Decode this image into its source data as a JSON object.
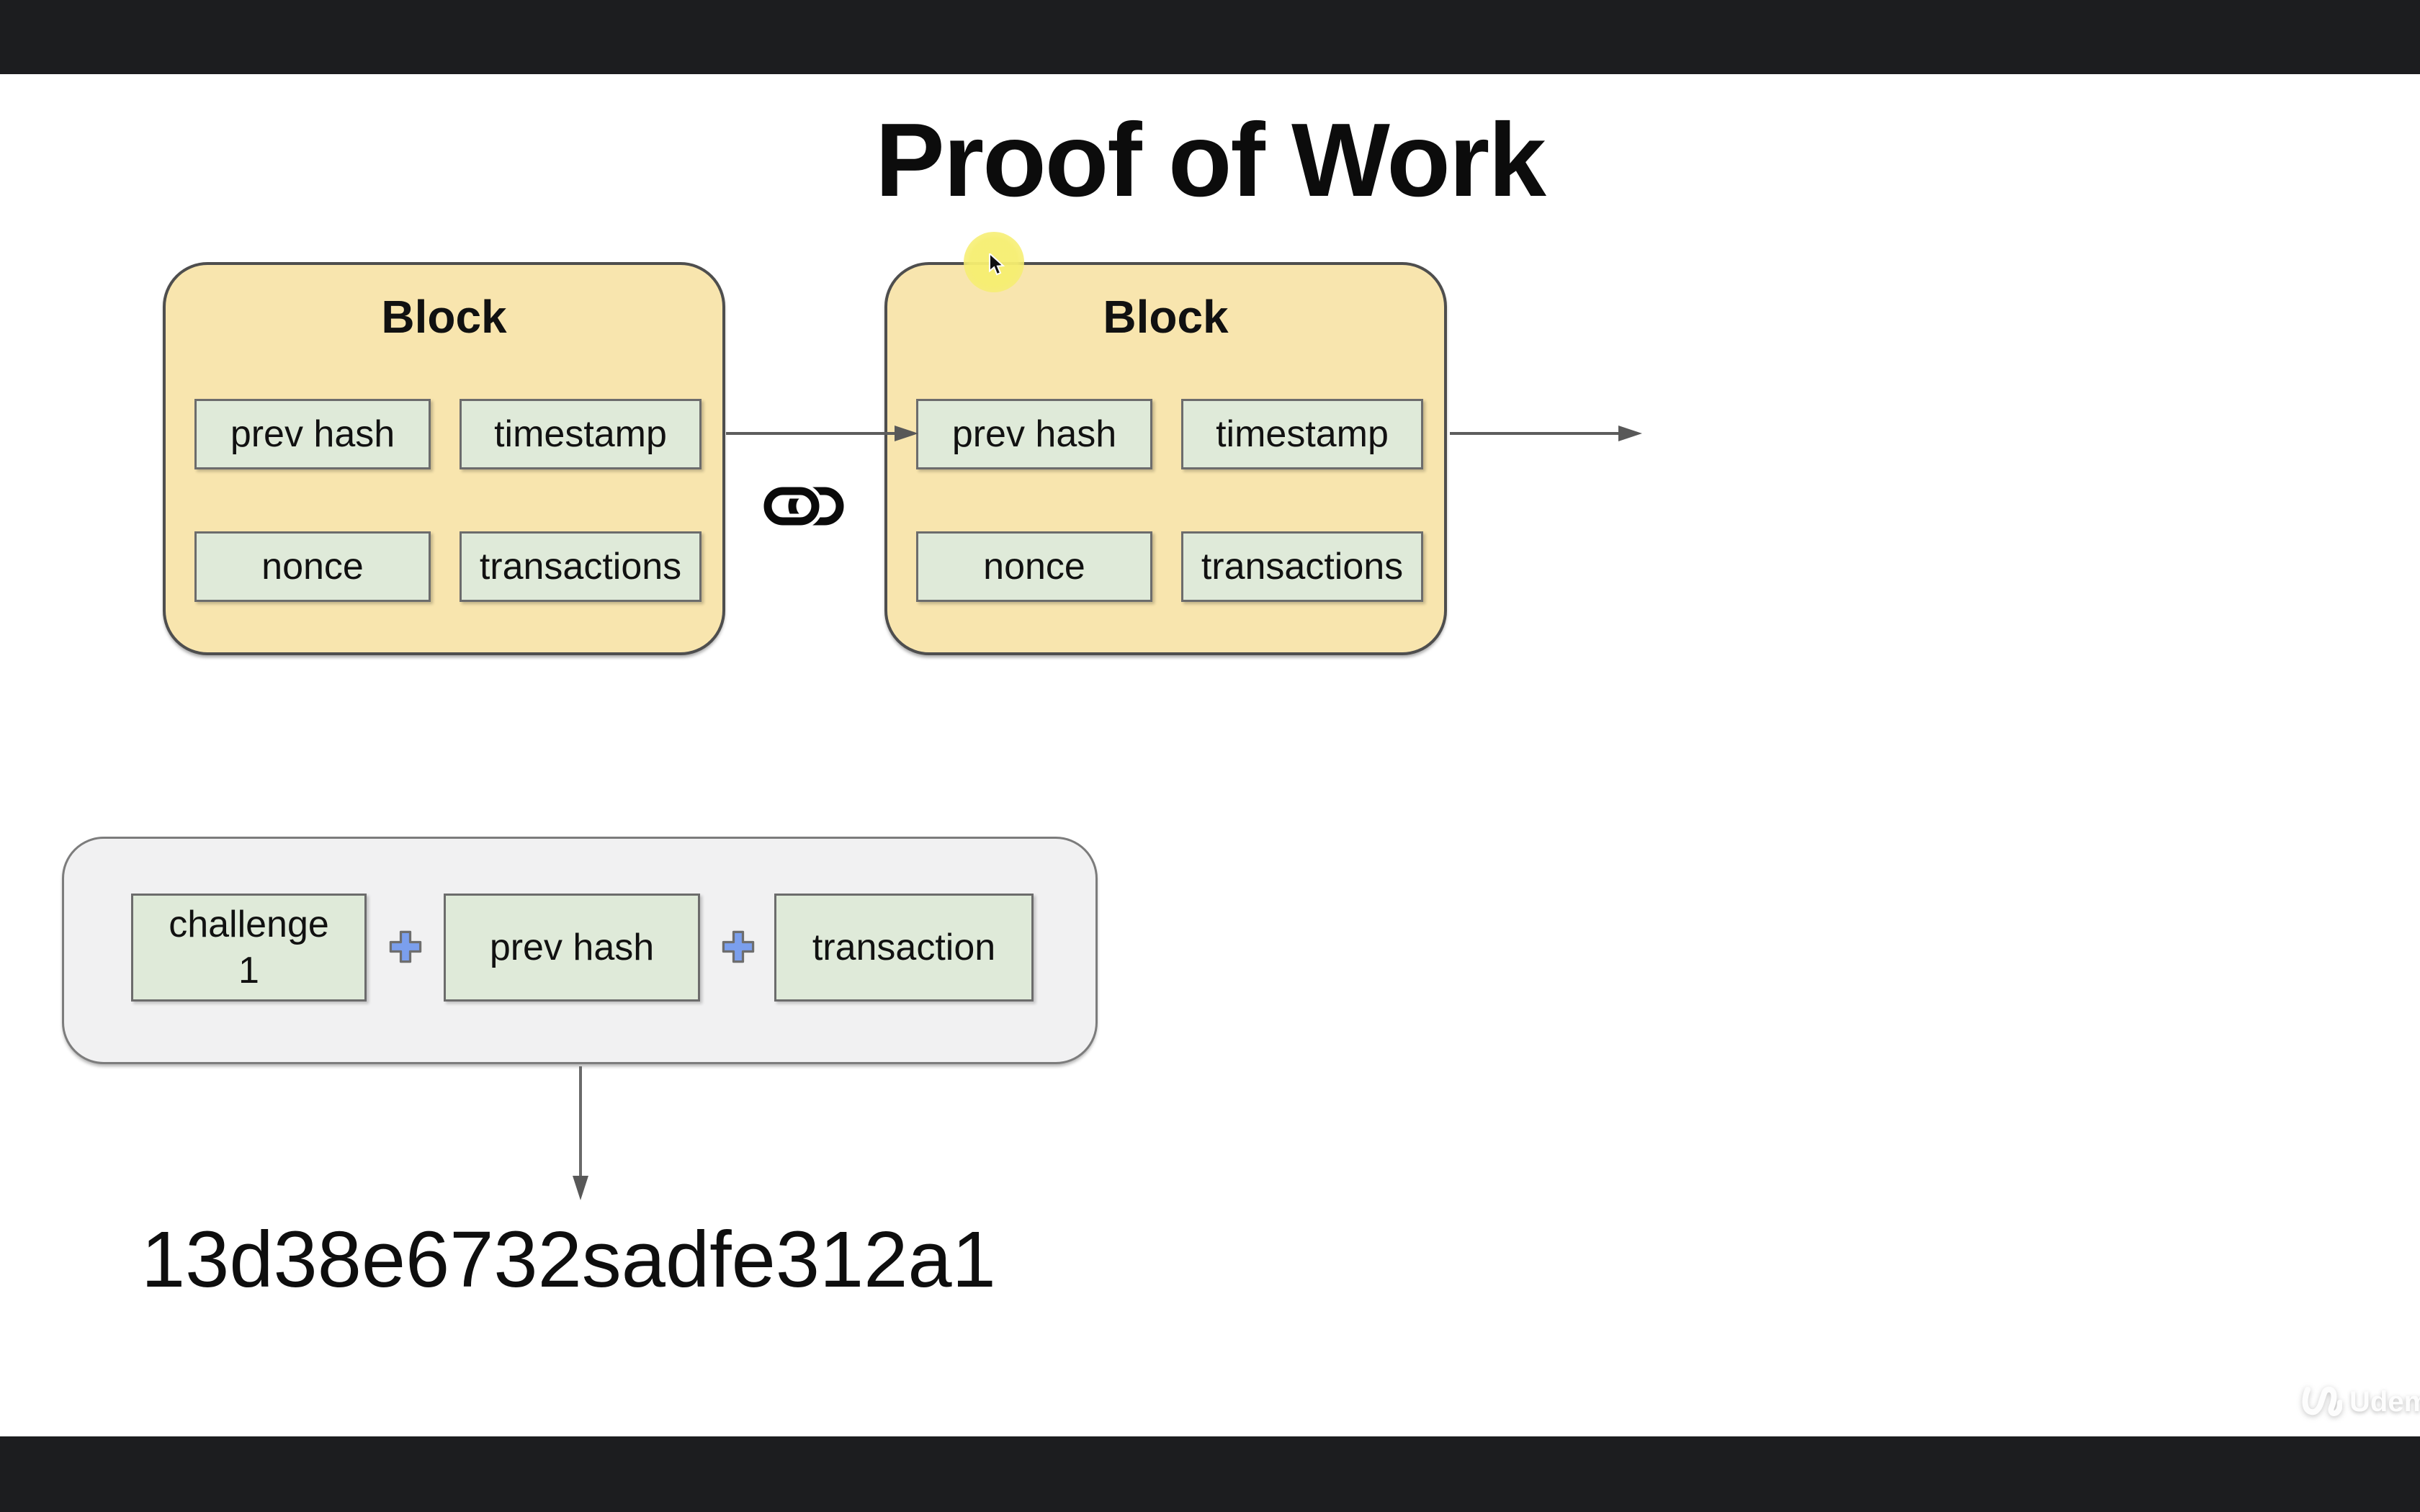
{
  "title": "Proof of Work",
  "blocks": [
    {
      "label": "Block",
      "fields": [
        "prev hash",
        "timestamp",
        "nonce",
        "transactions"
      ]
    },
    {
      "label": "Block",
      "fields": [
        "prev hash",
        "timestamp",
        "nonce",
        "transactions"
      ]
    }
  ],
  "hash_input": {
    "challenge_line1": "challenge",
    "challenge_line2": "1",
    "prev_hash": "prev hash",
    "transaction": "transaction",
    "operator": "+"
  },
  "hash_output": "13d38e6732sadfe312a1",
  "watermark": "Udemy",
  "icons": {
    "link": "chain-link-icon",
    "plus": "plus-icon",
    "arrow": "arrow-right-icon",
    "cursor": "cursor-pointer-icon",
    "logo": "udemy-logo-icon"
  },
  "colors": {
    "letterbox": "#1C1D1F",
    "block_fill": "#F8E5AE",
    "field_fill": "#DFEAD9",
    "container_fill": "#F1F1F2",
    "plus_blue": "#7B9FED",
    "arrow_gray": "#5D5D5D",
    "highlight_yellow": "#F6EE70"
  }
}
